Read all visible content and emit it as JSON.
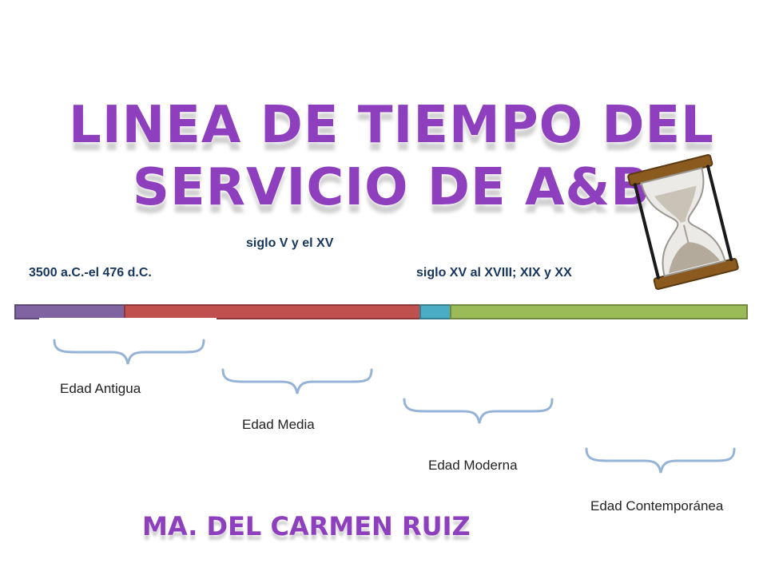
{
  "slide": {
    "title": "LINEA DE TIEMPO DEL SERVICIO DE A&B",
    "author": "MA. DEL CARMEN RUIZ"
  },
  "dates": {
    "antigua": "3500 a.C.-el 476 d.C.",
    "media": "siglo V y el XV",
    "moderna_contemporanea": "siglo XV al XVIII; XIX y XX"
  },
  "eras": {
    "antigua": "Edad Antigua",
    "media": "Edad Media",
    "moderna": "Edad Moderna",
    "contemporanea": "Edad Contemporánea"
  },
  "colors": {
    "title": "#8e3fbe",
    "antigua": "#8064a2",
    "media": "#c0504d",
    "moderna": "#4bacc6",
    "contemporanea": "#9bbb59",
    "brace": "#95b3d7"
  },
  "icons": [
    "hourglass-icon"
  ]
}
